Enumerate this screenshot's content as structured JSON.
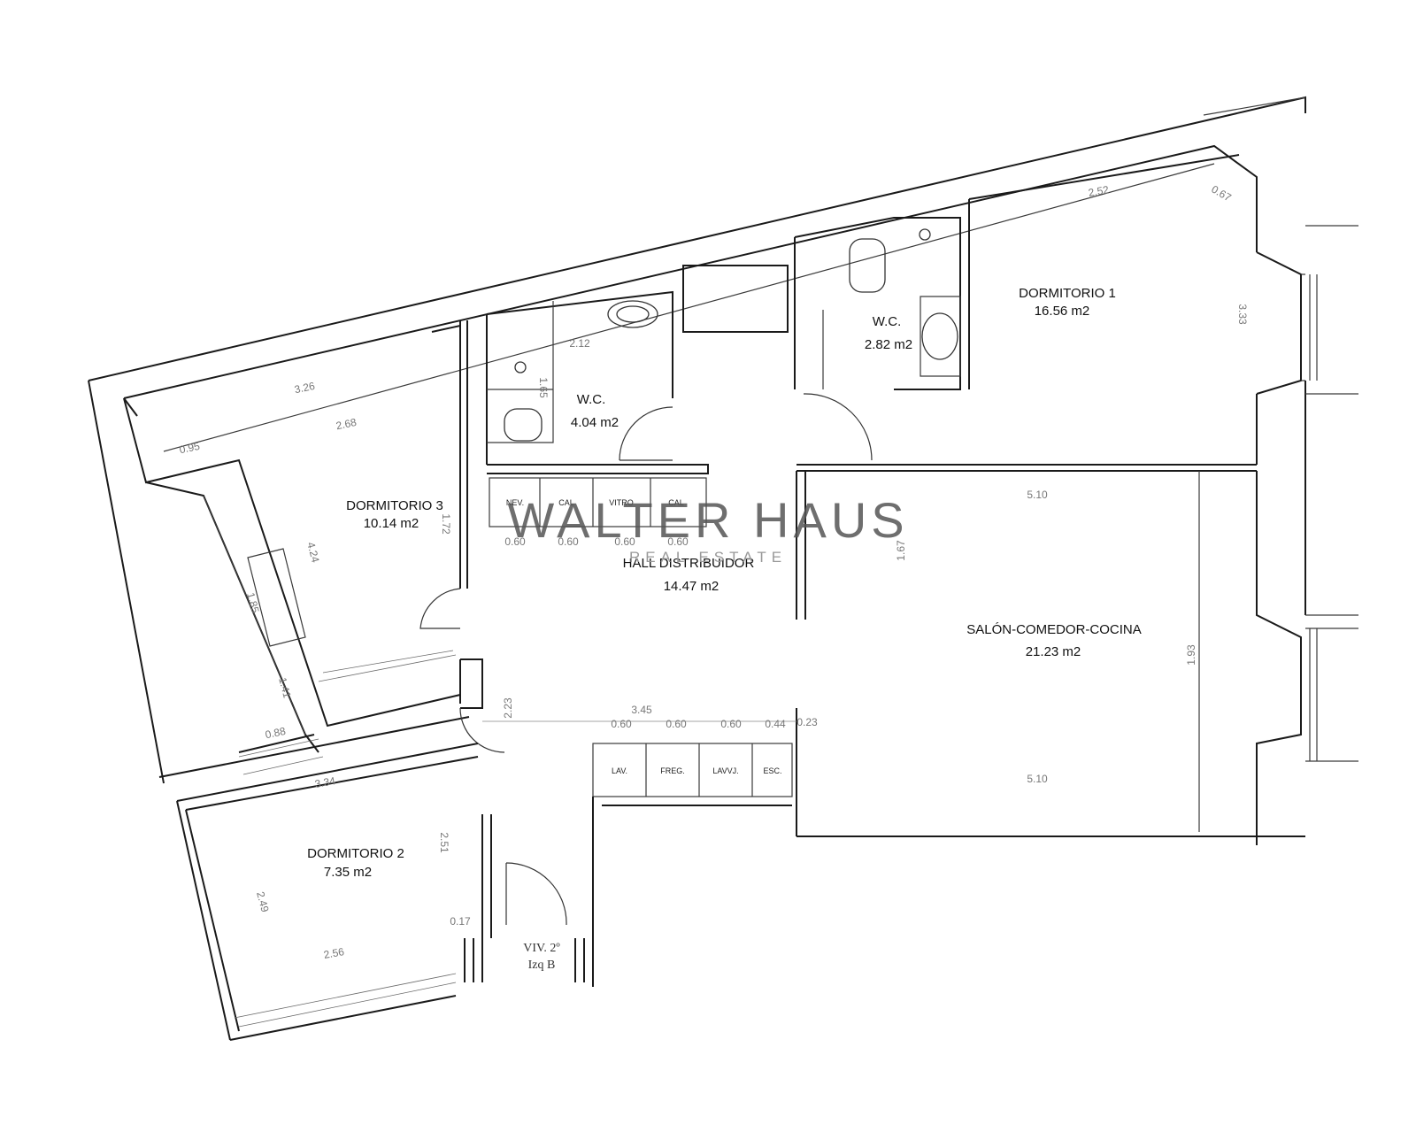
{
  "watermark": {
    "brand": "WALTER HAUS",
    "sub": "REAL ESTATE"
  },
  "rooms": {
    "dormitorio1": {
      "name": "DORMITORIO 1",
      "area": "16.56 m2"
    },
    "wc1": {
      "name": "W.C.",
      "area": "2.82 m2"
    },
    "wc2": {
      "name": "W.C.",
      "area": "4.04 m2"
    },
    "dormitorio3": {
      "name": "DORMITORIO 3",
      "area": "10.14 m2"
    },
    "hall": {
      "name": "HALL DISTRIBUIDOR",
      "area": "14.47 m2"
    },
    "salon": {
      "name": "SALÓN-COMEDOR-COCINA",
      "area": "21.23 m2"
    },
    "dormitorio2": {
      "name": "DORMITORIO 2",
      "area": "7.35 m2"
    }
  },
  "unit": {
    "line1": "VIV. 2º",
    "line2": "Izq B"
  },
  "appliances_top": [
    "NEV.",
    "CAL",
    "VITRO",
    "CAL"
  ],
  "appliances_bottom": [
    "LAV.",
    "FREG.",
    "LAVVJ.",
    "ESC."
  ],
  "dimensions": {
    "d_252": "2.52",
    "d_067": "0.67",
    "d_333": "3.33",
    "d_212": "2.12",
    "d_165": "1.65",
    "d_326": "3.26",
    "d_268": "2.68",
    "d_095": "0.95",
    "d_424": "4.24",
    "d_185": "1.85",
    "d_141": "1.41",
    "d_088": "0.88",
    "d_172": "1.72",
    "d_510a": "5.10",
    "d_510b": "5.10",
    "d_167": "1.67",
    "d_093": "1.93",
    "d_060a": "0.60",
    "d_060b": "0.60",
    "d_060c": "0.60",
    "d_060d": "0.60",
    "d_345": "3.45",
    "d_060e": "0.60",
    "d_060f": "0.60",
    "d_060g": "0.60",
    "d_044": "0.44",
    "d_023": "0.23",
    "d_223": "2.23",
    "d_334": "3.34",
    "d_251": "2.51",
    "d_249": "2.49",
    "d_256": "2.56",
    "d_017": "0.17"
  }
}
